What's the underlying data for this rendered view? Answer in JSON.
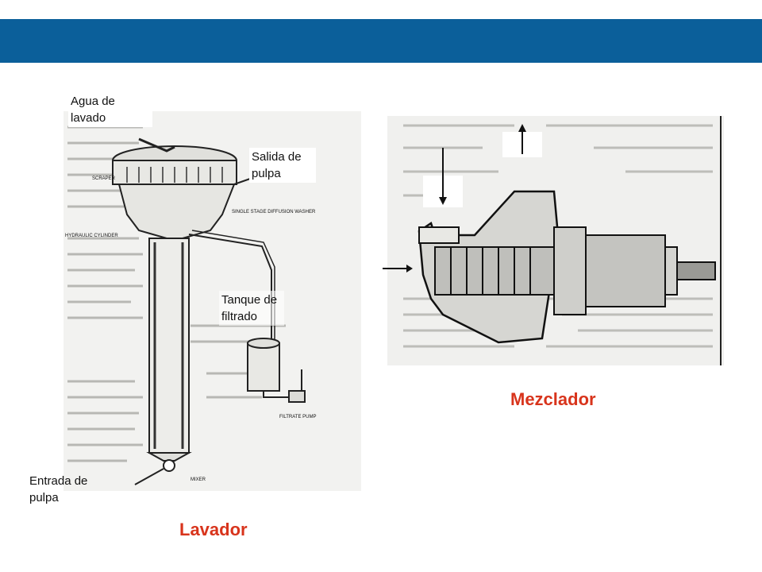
{
  "colors": {
    "header_bar": "#0b5f9a",
    "caption": "#d8341c"
  },
  "lavador": {
    "labels": {
      "agua_line1": "Agua de",
      "agua_line2": "lavado",
      "salida_line1": "Salida de",
      "salida_line2": "pulpa",
      "tanque_line1": "Tanque de",
      "tanque_line2": "filtrado",
      "entrada_line1": "Entrada de",
      "entrada_line2": "pulpa"
    },
    "drawing_text": {
      "scraper": "SCRAPER",
      "single_stage": "SINGLE STAGE DIFFUSION WASHER",
      "hydraulic": "HYDRAULIC CYLINDER",
      "filtrate_pump": "FILTRATE PUMP",
      "mixer": "MIXER"
    },
    "caption": "Lavador"
  },
  "mezclador": {
    "caption": "Mezclador"
  }
}
